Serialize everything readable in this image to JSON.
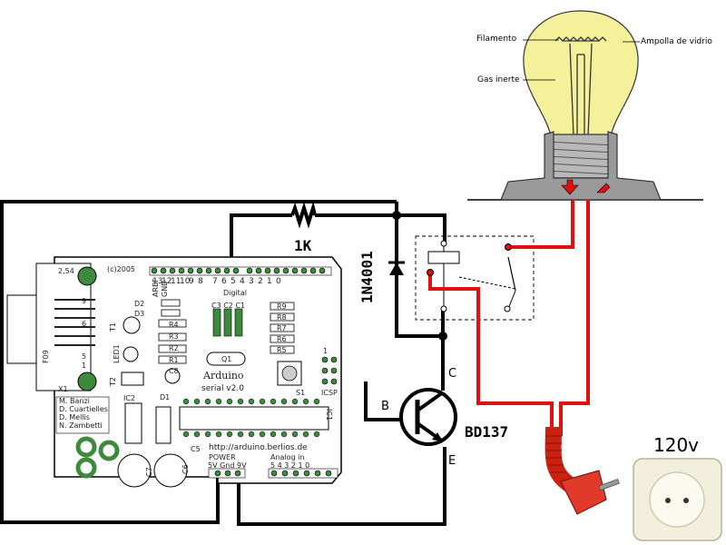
{
  "bulb": {
    "filament": "Filamento",
    "glass": "Ampolla de vidrio",
    "gas": "Gas inerte"
  },
  "components": {
    "resistor": "1K",
    "diode": "1N4001",
    "transistor": "BD137",
    "pin_b": "B",
    "pin_c": "C",
    "pin_e": "E",
    "voltage": "120v"
  },
  "board": {
    "name": "Arduino",
    "version": "serial v2.0",
    "url": "http://arduino.berlios.de",
    "digital": "Digital",
    "year": "(c)2005",
    "pitch": "2,54",
    "x1": "X1",
    "f09": "F09",
    "power": "POWER",
    "power_pins": "5V Gnd 9V",
    "analog": "Analog in",
    "analog_pins": "5 4 3 2 1 0",
    "digital_pins": [
      "13",
      "12",
      "11",
      "10",
      "9",
      "8",
      "7",
      "6",
      "5",
      "4",
      "3",
      "2",
      "1",
      "0"
    ],
    "aref": "AREF",
    "gnd": "GND",
    "icsp": "ICSP",
    "ic1": "IC1",
    "ic2": "IC2",
    "credits": [
      "M. Banzi",
      "D. Cuartielles",
      "D. Mellis",
      "N. Zambetti"
    ],
    "resistors": [
      "R4",
      "R3",
      "R2",
      "R1"
    ],
    "resistors_right": [
      "R9",
      "R8",
      "R7",
      "R6",
      "R5"
    ],
    "caps": "C3 C2 C1",
    "parts": {
      "d1": "D1",
      "d2": "D2",
      "d3": "D3",
      "t1": "T1",
      "t2": "T2",
      "led1": "LED1",
      "c5": "C5",
      "c6": "C6",
      "c7": "C7",
      "c8": "C8",
      "q1": "Q1",
      "s1": "S1",
      "one": "1",
      "nine": "9",
      "six": "6",
      "five": "5",
      "one_b": "1"
    }
  },
  "colors": {
    "wire": "#000000",
    "live_wire": "#e01010",
    "plug": "#e23a2a",
    "board_fill": "#ffffff",
    "bulb_glass": "#f5f09a",
    "bulb_base": "#b8b8b8",
    "socket": "#f2f0dc",
    "component_green": "#3d8a3d"
  }
}
